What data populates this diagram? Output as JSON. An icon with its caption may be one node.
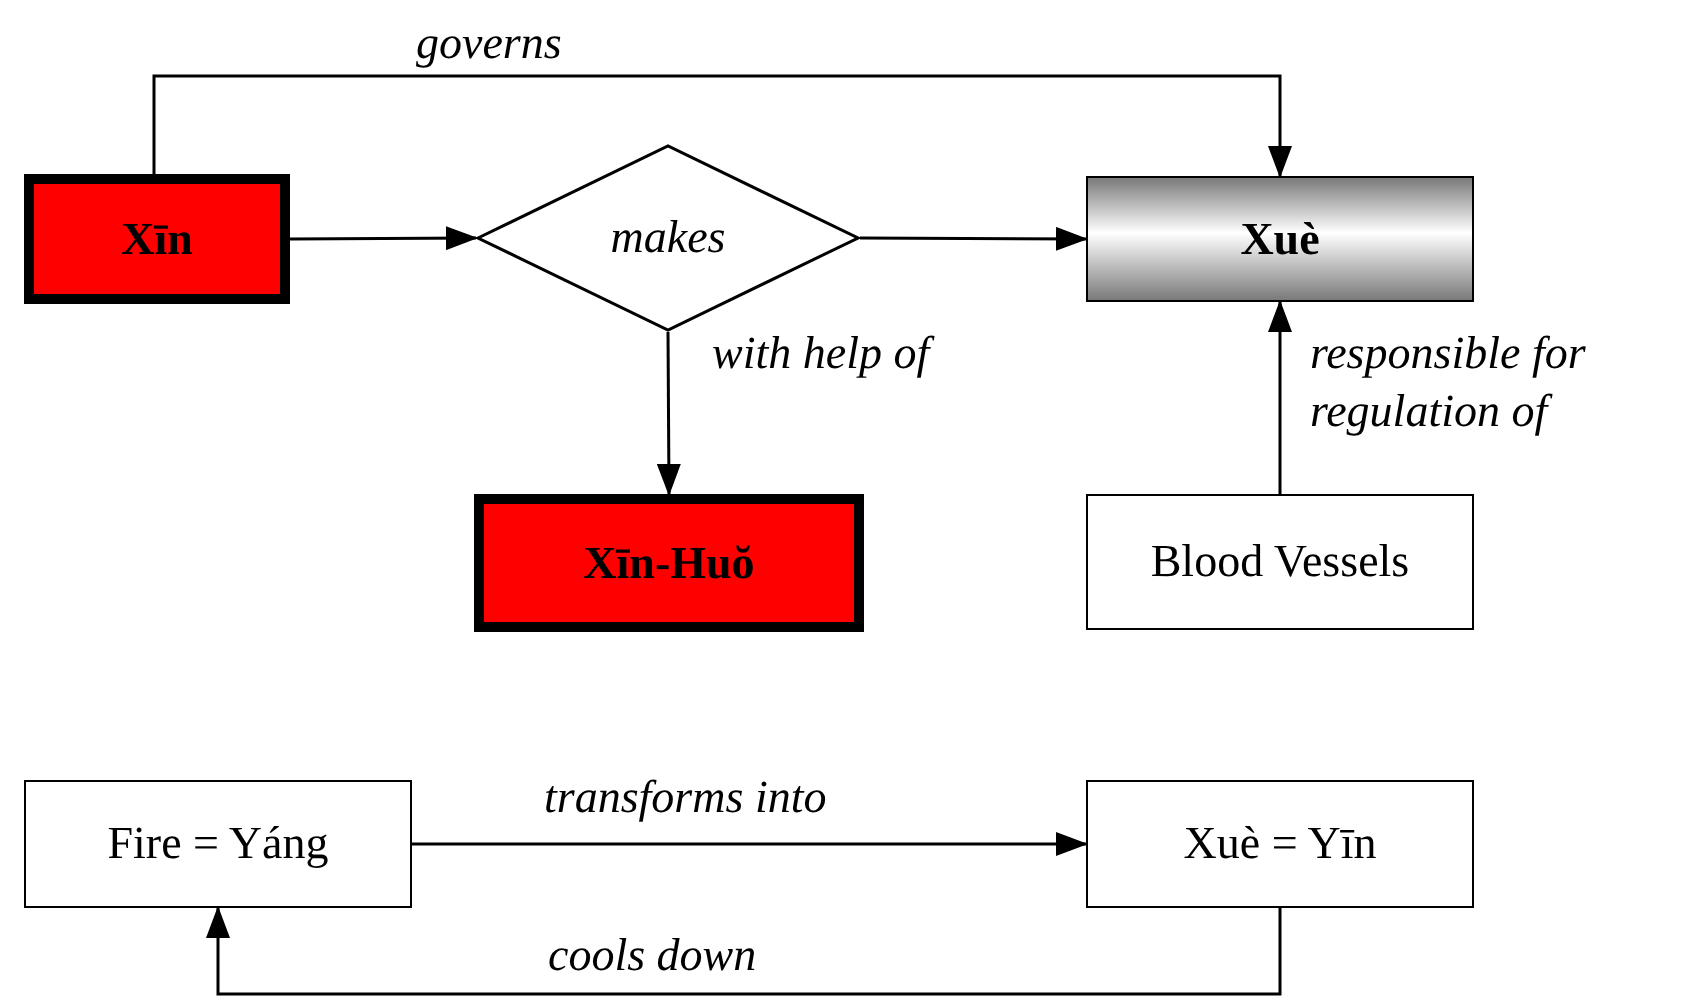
{
  "diagram": {
    "nodes": [
      {
        "text": [
          "Xīn"
        ]
      },
      {
        "text": [
          "makes"
        ]
      },
      {
        "text": [
          "Xuè"
        ]
      },
      {
        "text": [
          "Xīn-Huŏ"
        ]
      },
      {
        "text": [
          "Blood Vessels"
        ]
      },
      {
        "text": [
          "Fire = Yáng"
        ]
      },
      {
        "text": [
          "Xuè = Yīn"
        ]
      }
    ],
    "edges": [
      {
        "from": 0,
        "to": 2,
        "arrow": "to",
        "label": "governs"
      },
      {
        "from": 0,
        "to": 1,
        "arrow": "to"
      },
      {
        "from": 1,
        "to": 2,
        "arrow": "to"
      },
      {
        "from": 1,
        "to": 3,
        "arrow": "to",
        "label": "with help of"
      },
      {
        "from": 4,
        "to": 2,
        "arrow": "to",
        "label": "responsible for regulation of"
      },
      {
        "from": 5,
        "to": 6,
        "arrow": "to",
        "label": "transforms into"
      },
      {
        "from": 6,
        "to": 5,
        "arrow": "to",
        "label": "cools down"
      }
    ]
  }
}
